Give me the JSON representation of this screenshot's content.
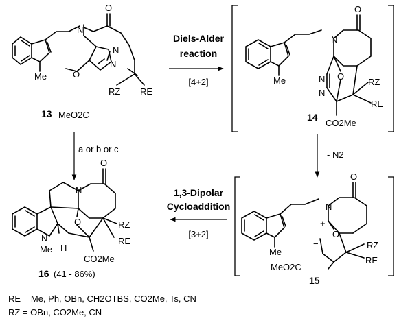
{
  "compounds": {
    "c13": {
      "number": "13",
      "ester": "MeO2C",
      "n_label": "N",
      "o_label": "O",
      "me": "Me",
      "rz": "RZ",
      "re": "RE"
    },
    "c14": {
      "number": "14",
      "ester": "CO2Me",
      "me": "Me",
      "rz": "RZ",
      "re": "RE"
    },
    "c15": {
      "number": "15",
      "ester": "MeO2C",
      "me": "Me",
      "rz": "RZ",
      "re": "RE",
      "plus": "+",
      "minus": "−"
    },
    "c16": {
      "number": "16",
      "yield": "(41 - 86%)",
      "ester": "CO2Me",
      "me": "Me",
      "h": "H",
      "rz": "RZ",
      "re": "RE"
    }
  },
  "steps": {
    "diels_alder": {
      "line1": "Diels-Alder",
      "line2": "reaction",
      "sub": "[4+2]"
    },
    "n2_loss": {
      "label": "- N2"
    },
    "dipolar": {
      "line1": "1,3-Dipolar",
      "line2": "Cycloaddition",
      "sub": "[3+2]"
    },
    "direct": {
      "label": "a or b or c"
    }
  },
  "legend": {
    "re_label": "RE",
    "re_values": " = Me, Ph, OBn, CH2OTBS, CO2Me, Ts, CN",
    "rz_label": "RZ",
    "rz_values": " = OBn, CO2Me, CN"
  }
}
